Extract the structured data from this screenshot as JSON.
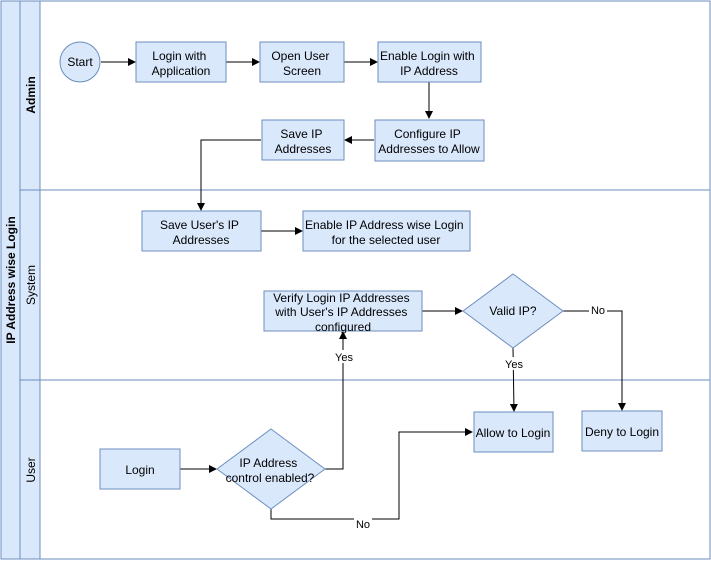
{
  "pool": {
    "title": "IP Address wise Login"
  },
  "lanes": {
    "admin": "Admin",
    "system": "System",
    "user": "User"
  },
  "nodes": {
    "start": "Start",
    "login_app": [
      "Login with",
      "Application"
    ],
    "open_user": [
      "Open User",
      "Screen"
    ],
    "enable_login_ip": [
      "Enable Login with",
      "IP Address"
    ],
    "configure_ip": [
      "Configure IP",
      "Addresses to Allow"
    ],
    "save_ip": [
      "Save IP",
      "Addresses"
    ],
    "save_user_ip": [
      "Save User's IP",
      "Addresses"
    ],
    "enable_ip_wise": [
      "Enable IP Address wise Login",
      "for the selected user"
    ],
    "verify_ip": [
      "Verify Login IP Addresses",
      "with User's IP Addresses",
      "configured"
    ],
    "valid_ip": "Valid IP?",
    "login": "Login",
    "ip_control": [
      "IP Address",
      "control enabled?"
    ],
    "allow_login": "Allow to Login",
    "deny_login": "Deny to Login"
  },
  "edge_labels": {
    "valid_no": "No",
    "valid_yes": "Yes",
    "control_yes": "Yes",
    "control_no": "No"
  },
  "colors": {
    "fill": "#dae8fc",
    "stroke": "#6c8ebf",
    "edge": "#000000"
  }
}
